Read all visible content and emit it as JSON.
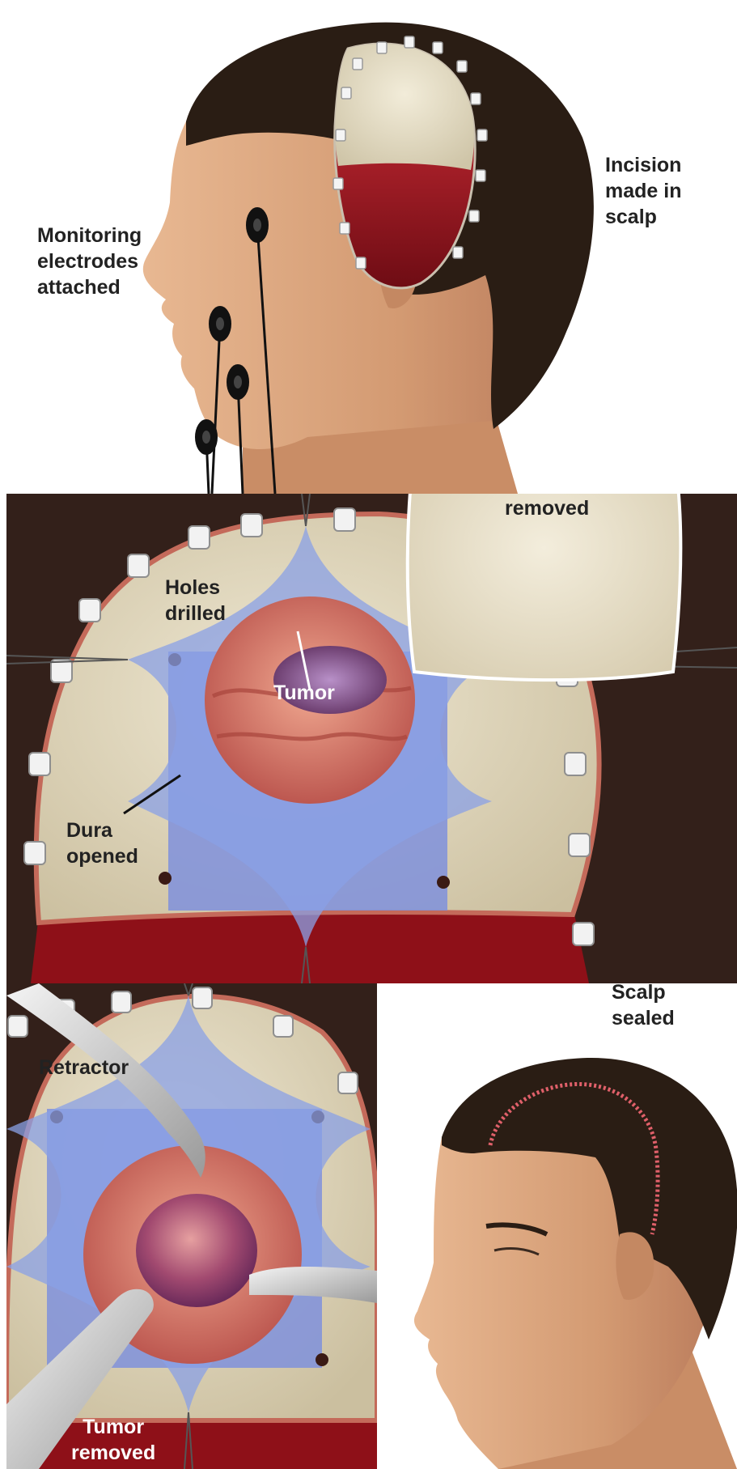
{
  "labels": {
    "incision": "Incision\nmade in\nscalp",
    "electrodes": "Monitoring\nelectrodes\nattached",
    "skull_section": "Section\nof skull\nremoved",
    "holes": "Holes\ndrilled",
    "tumor": "Tumor",
    "dura": "Dura\nopened",
    "retractor": "Retractor",
    "scalp_sealed": "Scalp\nsealed",
    "tumor_removed": "Tumor\nremoved"
  },
  "colors": {
    "skin": "#d9a57e",
    "hair": "#2a1d14",
    "bone": "#e8e0c9",
    "flap": "#9a1420",
    "dura": "#7f90dc",
    "brain": "#d9786a",
    "tumor": "#8e4f86",
    "background_dark": "#2b1a12",
    "suture": "#e0606a"
  }
}
